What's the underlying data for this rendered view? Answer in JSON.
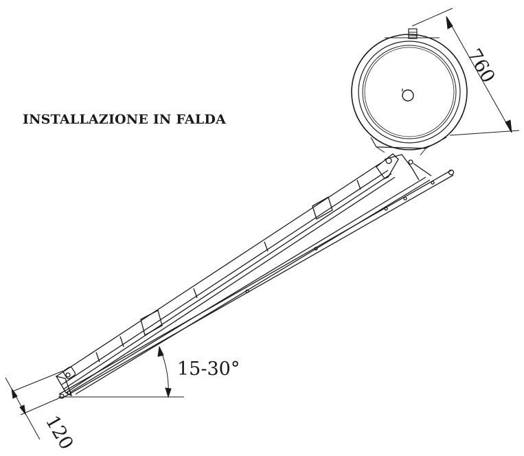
{
  "title": "INSTALLAZIONE IN FALDA",
  "dimensions": {
    "tank_height": "760",
    "base_height": "120",
    "tilt_angle": "15-30°"
  },
  "colors": {
    "line": "#1a1a1a",
    "background": "#ffffff"
  }
}
